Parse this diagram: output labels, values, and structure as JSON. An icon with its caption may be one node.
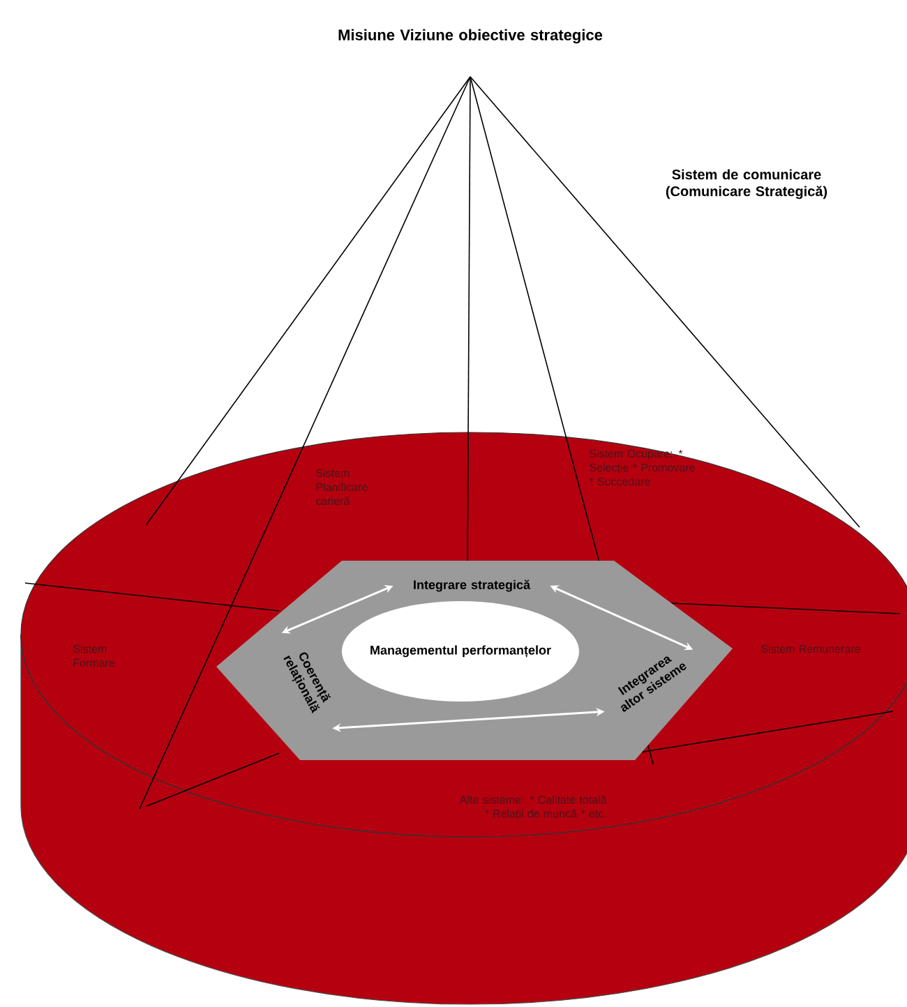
{
  "diagram": {
    "title": "Misiune Viziune obiective strategice",
    "nodes": [
      {
        "text": [
          "Sistem Planificare carieră",
          "Sistem Ocupare: * Selecție * Promovare * Succedare",
          "Sistem Formare",
          "Sistem Remunerare",
          "Alte sisteme: * Calitate totală * Relații de muncă * etc."
        ]
      },
      {
        "text": [],
        "shape": "hexagon",
        "in": 0
      },
      {
        "text": [
          "Integrare strategică"
        ],
        "in": 1
      },
      {
        "text": [
          "Coerență relațională"
        ],
        "in": 1
      },
      {
        "text": [
          "Integrarea altor sisteme"
        ],
        "in": 1
      },
      {
        "text": [
          "Managementul performanțelor"
        ],
        "in": 1
      }
    ],
    "edges": [
      {
        "from": 3,
        "to": 2,
        "arrow": "both",
        "color": "#ffffff"
      },
      {
        "from": 2,
        "to": 4,
        "arrow": "both",
        "color": "#ffffff"
      },
      {
        "from": 3,
        "to": 4,
        "arrow": "both",
        "color": "#ffffff"
      }
    ],
    "labels": [
      "Sistem de comunicare (Comunicare Strategică)"
    ]
  }
}
